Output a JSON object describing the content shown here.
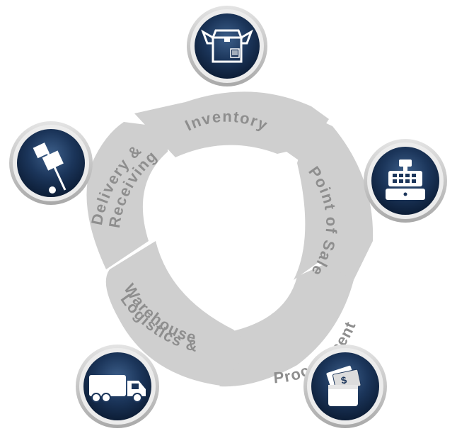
{
  "cycle": {
    "segments": [
      {
        "id": "inventory",
        "lines": [
          "Inventory"
        ]
      },
      {
        "id": "point-of-sale",
        "lines": [
          "Point of Sale"
        ]
      },
      {
        "id": "procurement",
        "lines": [
          "Procurement"
        ]
      },
      {
        "id": "logistics",
        "lines": [
          "Logistics &",
          "Warehouse"
        ]
      },
      {
        "id": "delivery",
        "lines": [
          "Delivery &",
          "Receiving"
        ]
      }
    ]
  },
  "icons": [
    {
      "name": "open-box-barcode-icon"
    },
    {
      "name": "cash-register-icon"
    },
    {
      "name": "money-wallet-icon"
    },
    {
      "name": "delivery-truck-icon"
    },
    {
      "name": "hand-truck-icon"
    }
  ],
  "colors": {
    "ring": "#cfcfcf",
    "label": "#8e8e8e",
    "badge_outer": "#c4c4c4",
    "badge_inner_light": "#3d5f8a",
    "badge_inner_dark": "#0c1d36",
    "icon": "#ffffff"
  }
}
